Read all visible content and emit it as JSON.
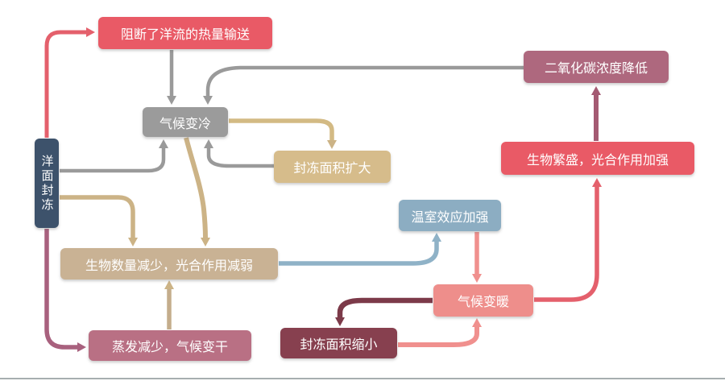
{
  "diagram": {
    "colors": {
      "arrow_red": "#e4606c",
      "arrow_gray": "#9a9a9a",
      "arrow_tan": "#ccb386",
      "arrow_blue": "#8fb2c7",
      "arrow_salmon": "#f0908e",
      "arrow_mauve": "#a8617e",
      "arrow_dark_maroon": "#7c3a49",
      "arrow_rose": "#a45a72",
      "divider": "#a7aeb0"
    },
    "nodes": [
      {
        "id": "ocean-freeze",
        "label": "洋面封冻",
        "color": "#3d526b"
      },
      {
        "id": "heat-transport-blocked",
        "label": "阻断了洋流的热量输送",
        "color": "#e95a66"
      },
      {
        "id": "climate-cooling",
        "label": "气候变冷",
        "color": "#9b9b9b"
      },
      {
        "id": "frozen-area-expands",
        "label": "封冻面积扩大",
        "color": "#d6bc8b"
      },
      {
        "id": "co2-decrease",
        "label": "二氧化碳浓度降低",
        "color": "#ae687e"
      },
      {
        "id": "organisms-flourish",
        "label": "生物繁盛，光合作用加强",
        "color": "#e95a66"
      },
      {
        "id": "greenhouse-strengthens",
        "label": "温室效应加强",
        "color": "#8cadc2"
      },
      {
        "id": "organisms-decrease",
        "label": "生物数量减少，光合作用减弱",
        "color": "#c9b294"
      },
      {
        "id": "evaporation-decreases",
        "label": "蒸发减少，气候变干",
        "color": "#b97084"
      },
      {
        "id": "climate-warming",
        "label": "气候变暖",
        "color": "#ee8e8b"
      },
      {
        "id": "frozen-area-shrinks",
        "label": "封冻面积缩小",
        "color": "#87404f"
      }
    ],
    "edges": [
      {
        "from": "ocean-freeze",
        "to": "heat-transport-blocked",
        "color": "#e4606c"
      },
      {
        "from": "heat-transport-blocked",
        "to": "climate-cooling",
        "color": "#9a9a9a"
      },
      {
        "from": "co2-decrease",
        "to": "climate-cooling",
        "color": "#9a9a9a"
      },
      {
        "from": "ocean-freeze",
        "to": "climate-cooling",
        "color": "#9a9a9a"
      },
      {
        "from": "frozen-area-expands",
        "to": "climate-cooling",
        "color": "#9a9a9a"
      },
      {
        "from": "climate-cooling",
        "to": "frozen-area-expands",
        "color": "#d3ba84"
      },
      {
        "from": "climate-cooling",
        "to": "organisms-decrease",
        "color": "#ccb386"
      },
      {
        "from": "ocean-freeze",
        "to": "organisms-decrease",
        "color": "#ccb386"
      },
      {
        "from": "evaporation-decreases",
        "to": "organisms-decrease",
        "color": "#c4ad8c"
      },
      {
        "from": "ocean-freeze",
        "to": "evaporation-decreases",
        "color": "#a8617e"
      },
      {
        "from": "organisms-decrease",
        "to": "greenhouse-strengthens",
        "color": "#8fb2c7"
      },
      {
        "from": "greenhouse-strengthens",
        "to": "climate-warming",
        "color": "#f0908e"
      },
      {
        "from": "climate-warming",
        "to": "frozen-area-shrinks",
        "color": "#7c3a49"
      },
      {
        "from": "frozen-area-shrinks",
        "to": "climate-warming",
        "color": "#f0908e"
      },
      {
        "from": "climate-warming",
        "to": "organisms-flourish",
        "color": "#e4606c"
      },
      {
        "from": "organisms-flourish",
        "to": "co2-decrease",
        "color": "#a45a72"
      }
    ]
  }
}
